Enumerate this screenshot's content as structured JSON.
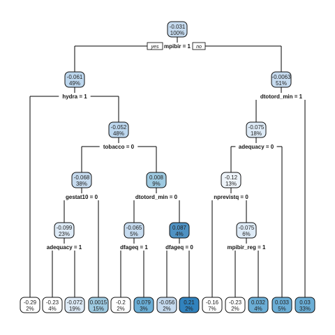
{
  "tree": {
    "yes_label": "yes",
    "no_label": "no",
    "nodes": [
      {
        "id": "n1",
        "value": "-0.031",
        "pct": "100%",
        "fill": "#c6dbef",
        "split": "mpibir = 1"
      },
      {
        "id": "n2",
        "value": "-0.061",
        "pct": "49%",
        "fill": "#bdd7ee",
        "split": "hydra = 1"
      },
      {
        "id": "n3",
        "value": "-0.0063",
        "pct": "51%",
        "fill": "#c6dbef",
        "split": "dtotord_min = 1"
      },
      {
        "id": "n4",
        "value": "-0.052",
        "pct": "48%",
        "fill": "#bdd7ee",
        "split": "tobacco = 0"
      },
      {
        "id": "n5",
        "value": "-0.075",
        "pct": "18%",
        "fill": "#deebf7",
        "split": "adequacy = 0"
      },
      {
        "id": "n6",
        "value": "-0.068",
        "pct": "38%",
        "fill": "#c6dbef",
        "split": "gestat10 = 0"
      },
      {
        "id": "n7",
        "value": "0.008",
        "pct": "9%",
        "fill": "#9ecae1",
        "split": "dtotord_min = 0"
      },
      {
        "id": "n8",
        "value": "-0.12",
        "pct": "13%",
        "fill": "#eef4fa",
        "split": "nprevistq = 0"
      },
      {
        "id": "n9",
        "value": "-0.099",
        "pct": "23%",
        "fill": "#deebf7",
        "split": "adequacy = 1"
      },
      {
        "id": "n10",
        "value": "-0.065",
        "pct": "5%",
        "fill": "#c6dbef",
        "split": "dfageq = 1"
      },
      {
        "id": "n11",
        "value": "0.087",
        "pct": "4%",
        "fill": "#4f92c3",
        "split": "dfageq = 0"
      },
      {
        "id": "n12",
        "value": "-0.075",
        "pct": "6%",
        "fill": "#deebf7",
        "split": "mpibir_reg = 1"
      },
      {
        "id": "l1",
        "value": "-0.29",
        "pct": "2%",
        "fill": "#ffffff"
      },
      {
        "id": "l2",
        "value": "-0.23",
        "pct": "4%",
        "fill": "#ffffff"
      },
      {
        "id": "l3",
        "value": "-0.072",
        "pct": "19%",
        "fill": "#deebf7"
      },
      {
        "id": "l4",
        "value": "0.0015",
        "pct": "15%",
        "fill": "#9ecae1"
      },
      {
        "id": "l5",
        "value": "-0.2",
        "pct": "2%",
        "fill": "#ffffff"
      },
      {
        "id": "l6",
        "value": "0.079",
        "pct": "3%",
        "fill": "#6baed6"
      },
      {
        "id": "l7",
        "value": "-0.056",
        "pct": "2%",
        "fill": "#c6dbef"
      },
      {
        "id": "l8",
        "value": "0.21",
        "pct": "2%",
        "fill": "#3182bd"
      },
      {
        "id": "l9",
        "value": "-0.16",
        "pct": "7%",
        "fill": "#ffffff"
      },
      {
        "id": "l10",
        "value": "-0.23",
        "pct": "2%",
        "fill": "#ffffff"
      },
      {
        "id": "l11",
        "value": "0.032",
        "pct": "4%",
        "fill": "#6baed6"
      },
      {
        "id": "l12",
        "value": "0.033",
        "pct": "5%",
        "fill": "#6baed6"
      },
      {
        "id": "l13",
        "value": "0.03",
        "pct": "33%",
        "fill": "#6baed6"
      }
    ]
  }
}
